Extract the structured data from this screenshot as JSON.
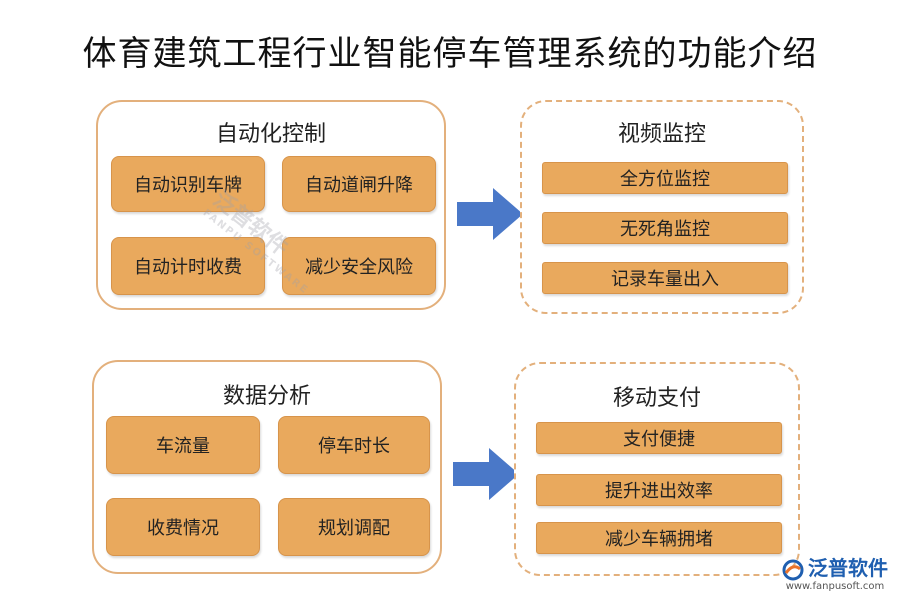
{
  "title": "体育建筑工程行业智能停车管理系统的功能介绍",
  "panels": {
    "automation": {
      "title": "自动化控制",
      "items": [
        "自动识别车牌",
        "自动道闸升降",
        "自动计时收费",
        "减少安全风险"
      ]
    },
    "video": {
      "title": "视频监控",
      "items": [
        "全方位监控",
        "无死角监控",
        "记录车量出入"
      ]
    },
    "analytics": {
      "title": "数据分析",
      "items": [
        "车流量",
        "停车时长",
        "收费情况",
        "规划调配"
      ]
    },
    "payment": {
      "title": "移动支付",
      "items": [
        "支付便捷",
        "提升进出效率",
        "减少车辆拥堵"
      ]
    }
  },
  "watermark": {
    "text": "泛普软件",
    "sub": "FANPU SOFTWARE"
  },
  "brand": {
    "name": "泛普软件",
    "url": "www.fanpusoft.com"
  },
  "colors": {
    "tile": "#e9a95d",
    "border": "#e3b07c",
    "arrow": "#4a78c8"
  }
}
